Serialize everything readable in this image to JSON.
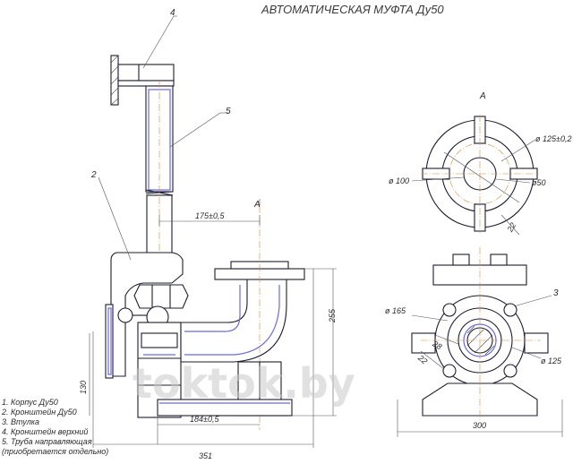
{
  "title": "АВТОМАТИЧЕСКАЯ МУФТА Ду50",
  "view_label": "A",
  "section_marker": "A",
  "callouts": [
    "4",
    "5",
    "2",
    "3"
  ],
  "dimensions": {
    "d175": "175±0,5",
    "d184": "184±0,5",
    "d351": "351",
    "d130": "130",
    "d255": "255",
    "d300": "300",
    "d125_02": "ø 125±0,2",
    "d100": "ø 100",
    "d50": "ø50",
    "d22_top": "22",
    "d165": "ø 165",
    "d28": "28",
    "d22_bottom": "22",
    "d125": "ø 125"
  },
  "legend": [
    "1. Корпус Ду50",
    "2. Кронштейн Ду50",
    "3. Втулка",
    "4. Кронштейн верхний",
    "5. Труба направляющая",
    "(приобретается отдельно)"
  ],
  "watermark": "toktok.by"
}
